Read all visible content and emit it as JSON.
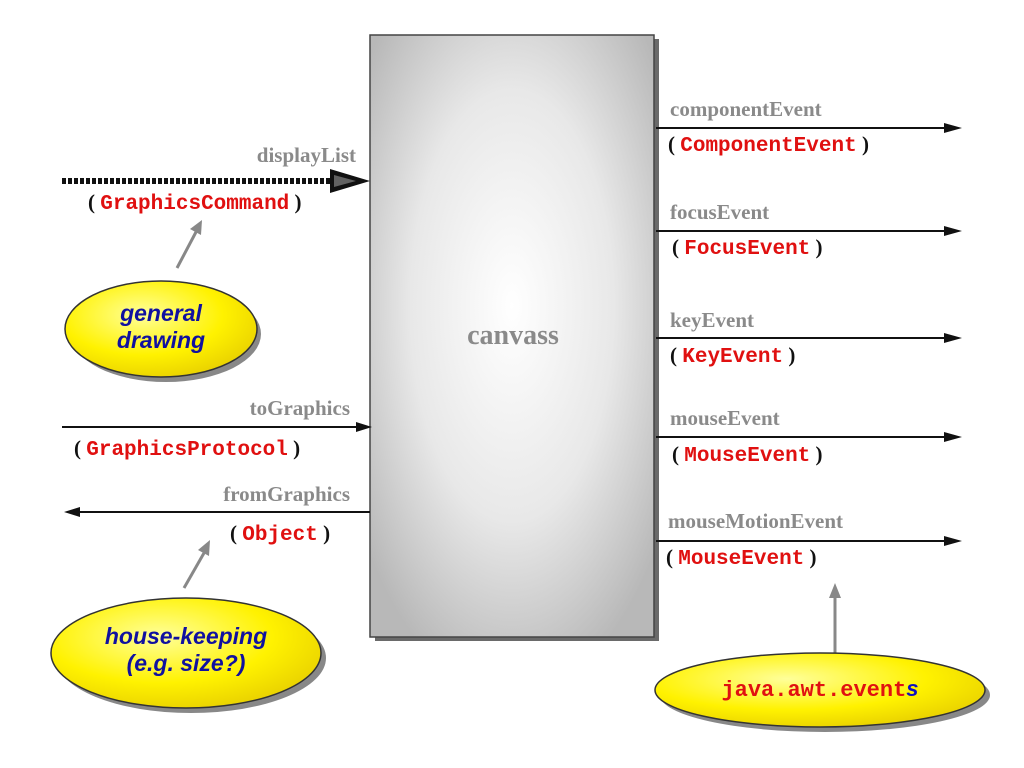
{
  "canvas": {
    "label": "canvass"
  },
  "inputs": [
    {
      "name": "displayList",
      "type": "GraphicsCommand",
      "direction": "in",
      "style": "dotted-thick"
    },
    {
      "name": "toGraphics",
      "type": "GraphicsProtocol",
      "direction": "in",
      "style": "solid"
    },
    {
      "name": "fromGraphics",
      "type": "Object",
      "direction": "out",
      "style": "solid"
    }
  ],
  "outputs": [
    {
      "name": "componentEvent",
      "type": "ComponentEvent"
    },
    {
      "name": "focusEvent",
      "type": "FocusEvent"
    },
    {
      "name": "keyEvent",
      "type": "KeyEvent"
    },
    {
      "name": "mouseEvent",
      "type": "MouseEvent"
    },
    {
      "name": "mouseMotionEvent",
      "type": "MouseEvent"
    }
  ],
  "bubbles": {
    "general": {
      "lines": [
        "general",
        "drawing"
      ]
    },
    "housekeeping": {
      "lines": [
        "house-keeping",
        "(e.g. size?)"
      ]
    },
    "awt": {
      "mono": "java.awt.event",
      "suffix": "s"
    }
  },
  "punct": {
    "open": "( ",
    "close": " )"
  },
  "colors": {
    "name_text": "#8a8a8a",
    "type_text": "#e01010",
    "bubble_fill": "#fff200",
    "bubble_text": "#1010a0",
    "box_fill": "#c8c8c8"
  }
}
